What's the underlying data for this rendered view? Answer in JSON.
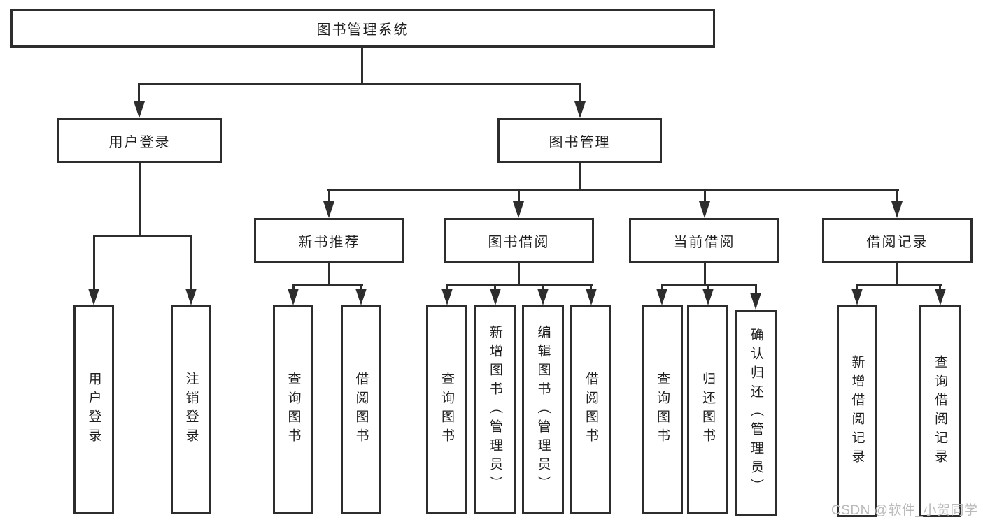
{
  "diagram": {
    "root": "图书管理系统",
    "level2": {
      "user_login": "用户登录",
      "book_mgmt": "图书管理"
    },
    "level3": [
      "新书推荐",
      "图书借阅",
      "当前借阅",
      "借阅记录"
    ],
    "leaves": {
      "login": [
        "用户登录",
        "注销登录"
      ],
      "recommend": [
        "查询图书",
        "借阅图书"
      ],
      "borrow": [
        "查询图书",
        "新增图书（管理员）",
        "编辑图书（管理员）",
        "借阅图书"
      ],
      "current": [
        "查询图书",
        "归还图书",
        "确认归还（管理员）"
      ],
      "records": [
        "新增借阅记录",
        "查询借阅记录"
      ]
    }
  },
  "watermark": "CSDN @软件_小贺同学",
  "colors": {
    "line": "#2d2d2d",
    "text": "#1f1f1f",
    "watermark": "#b9b9b9",
    "background": "#ffffff"
  }
}
